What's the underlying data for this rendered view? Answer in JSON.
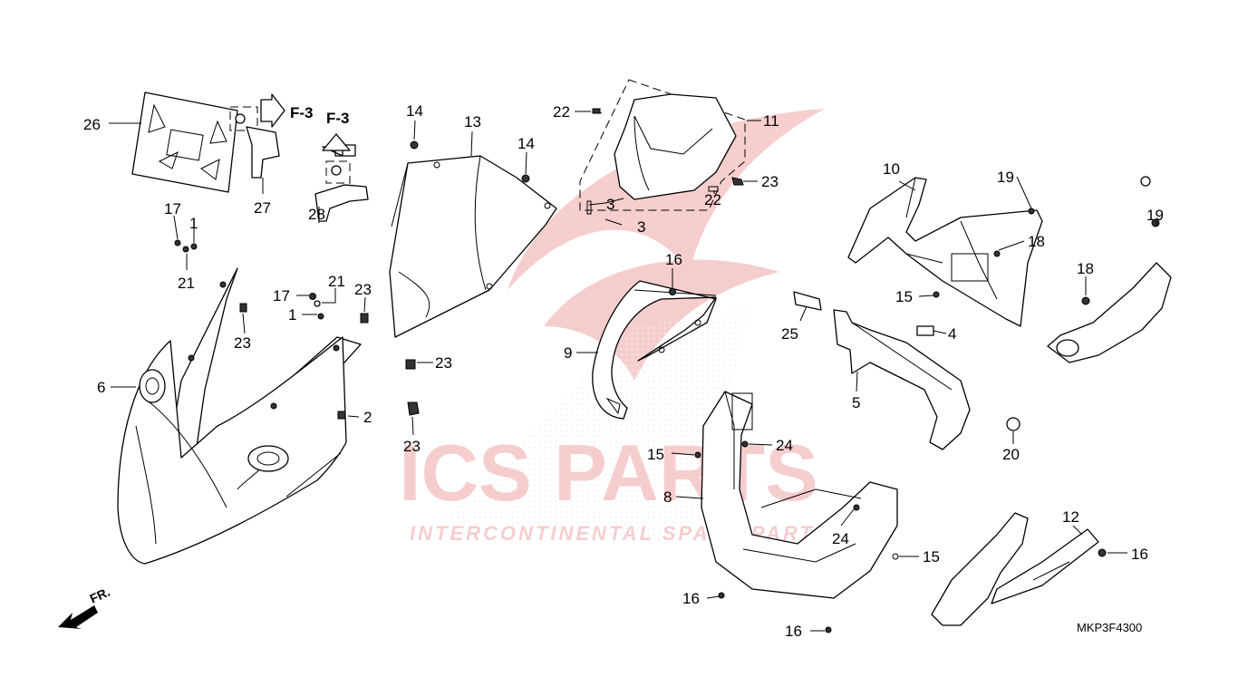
{
  "diagram": {
    "code": "MKP3F4300",
    "front_label": "FR.",
    "watermark": {
      "brand": "ICS PARTS",
      "tagline": "INTERCONTINENTAL SPARE PARTS",
      "color": "#e05050"
    },
    "refs": [
      "F-3",
      "F-3"
    ],
    "callouts": {
      "c1a": "1",
      "c1b": "1",
      "c2": "2",
      "c3a": "3",
      "c3b": "3",
      "c4": "4",
      "c5": "5",
      "c6": "6",
      "c8": "8",
      "c9": "9",
      "c10": "10",
      "c11": "11",
      "c12": "12",
      "c13": "13",
      "c14a": "14",
      "c14b": "14",
      "c15a": "15",
      "c15b": "15",
      "c15c": "15",
      "c16a": "16",
      "c16b": "16",
      "c16c": "16",
      "c16d": "16",
      "c17a": "17",
      "c17b": "17",
      "c18a": "18",
      "c18b": "18",
      "c19a": "19",
      "c19b": "19",
      "c20": "20",
      "c21a": "21",
      "c21b": "21",
      "c22a": "22",
      "c22b": "22",
      "c23a": "23",
      "c23b": "23",
      "c23c": "23",
      "c23d": "23",
      "c23e": "23",
      "c24a": "24",
      "c24b": "24",
      "c25": "25",
      "c26": "26",
      "c27": "27",
      "c28": "28"
    }
  }
}
